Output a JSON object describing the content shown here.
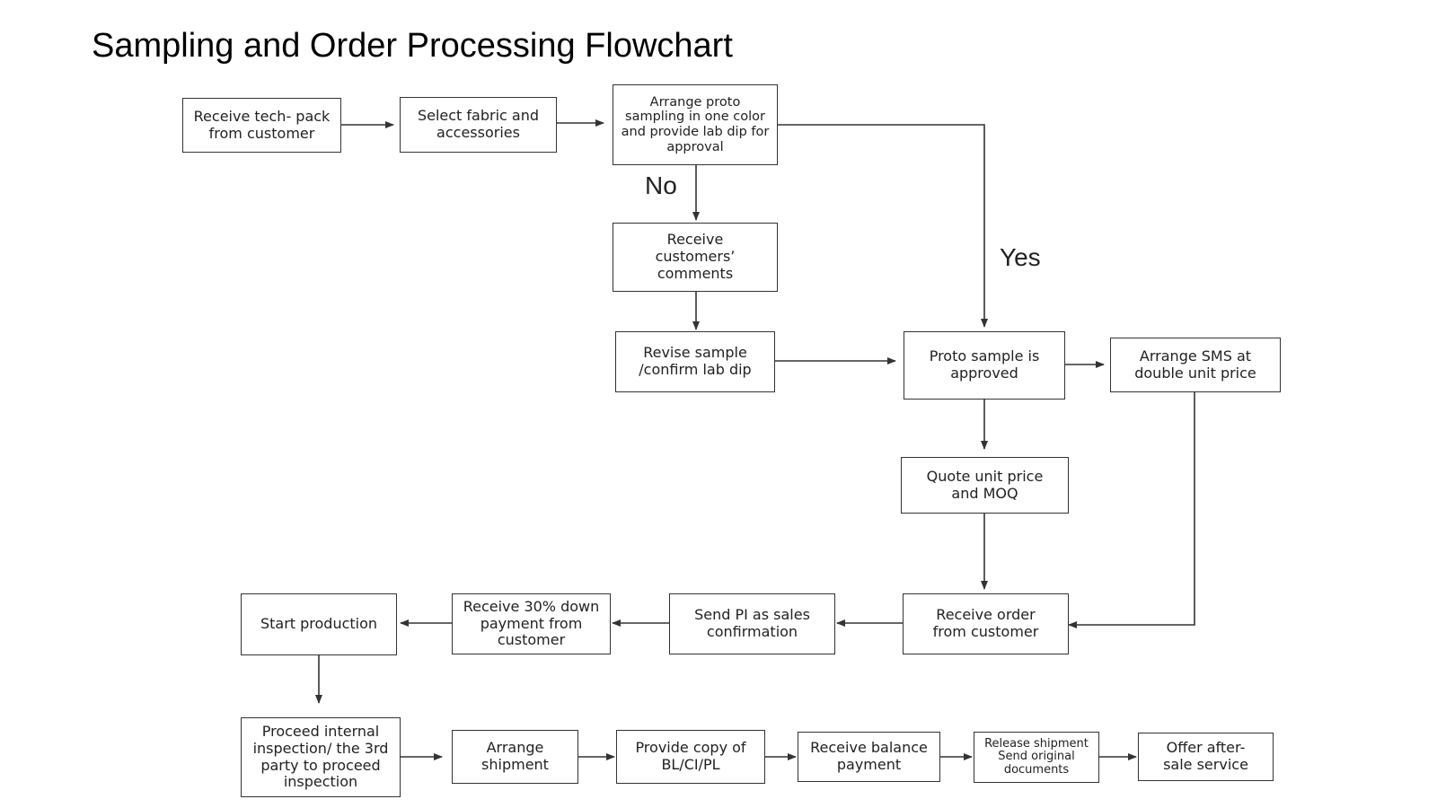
{
  "title": "Sampling and Order Processing Flowchart",
  "nodes": {
    "receive_techpack": "Receive tech- pack from customer",
    "select_fabric": "Select fabric and accessories",
    "arrange_proto": "Arrange proto sampling in one color and provide lab dip for approval",
    "receive_comments": "Receive customers’ comments",
    "revise_sample": "Revise sample /confirm lab dip",
    "proto_approved": "Proto sample is approved",
    "arrange_sms": "Arrange SMS at double unit price",
    "quote_price": "Quote unit price and MOQ",
    "receive_order": "Receive order from customer",
    "send_pi": "Send PI as sales confirmation",
    "receive_down_payment": "Receive 30% down payment from customer",
    "start_production": "Start production",
    "inspection": "Proceed internal inspection/ the 3rd party to proceed inspection",
    "arrange_shipment": "Arrange shipment",
    "provide_copy": "Provide copy of BL/CI/PL",
    "receive_balance": "Receive balance payment",
    "release_shipment_line1": "Release shipment",
    "release_shipment_line2": "Send original documents",
    "after_sale": "Offer after-sale service"
  },
  "edge_labels": {
    "no": "No",
    "yes": "Yes"
  },
  "colors": {
    "stroke": "#333333",
    "text": "#222222"
  }
}
